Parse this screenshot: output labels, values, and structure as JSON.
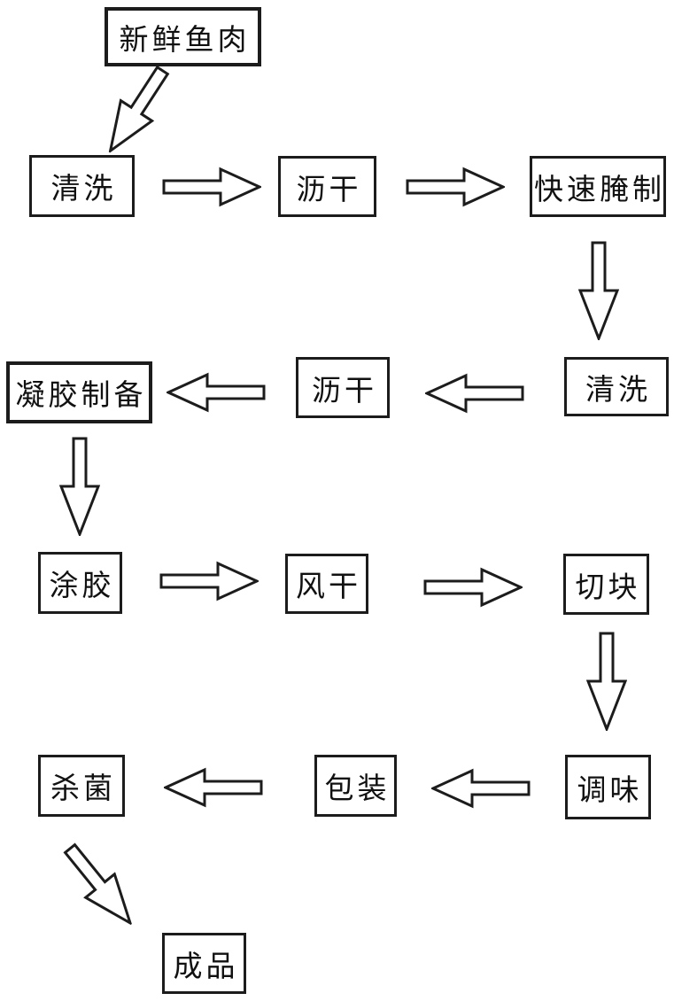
{
  "diagram": {
    "type": "flowchart",
    "background_color": "#ffffff",
    "line_color": "#1c1c1c",
    "nodes": {
      "fresh_fish": {
        "label": "新鲜鱼肉"
      },
      "wash_1": {
        "label": "清洗"
      },
      "drain_1": {
        "label": "沥干"
      },
      "quick_cure": {
        "label": "快速腌制"
      },
      "wash_2": {
        "label": "清洗"
      },
      "drain_2": {
        "label": "沥干"
      },
      "gel_prep": {
        "label": "凝胶制备"
      },
      "coat_gel": {
        "label": "涂胶"
      },
      "air_dry": {
        "label": "风干"
      },
      "cut_pieces": {
        "label": "切块"
      },
      "season": {
        "label": "调味"
      },
      "pack": {
        "label": "包装"
      },
      "sterilize": {
        "label": "杀菌"
      },
      "product": {
        "label": "成品"
      }
    },
    "edges": [
      {
        "from": "fresh_fish",
        "to": "wash_1",
        "direction": "down-left"
      },
      {
        "from": "wash_1",
        "to": "drain_1",
        "direction": "right"
      },
      {
        "from": "drain_1",
        "to": "quick_cure",
        "direction": "right"
      },
      {
        "from": "quick_cure",
        "to": "wash_2",
        "direction": "down"
      },
      {
        "from": "wash_2",
        "to": "drain_2",
        "direction": "left"
      },
      {
        "from": "drain_2",
        "to": "gel_prep",
        "direction": "left"
      },
      {
        "from": "gel_prep",
        "to": "coat_gel",
        "direction": "down"
      },
      {
        "from": "coat_gel",
        "to": "air_dry",
        "direction": "right"
      },
      {
        "from": "air_dry",
        "to": "cut_pieces",
        "direction": "right"
      },
      {
        "from": "cut_pieces",
        "to": "season",
        "direction": "down"
      },
      {
        "from": "season",
        "to": "pack",
        "direction": "left"
      },
      {
        "from": "pack",
        "to": "sterilize",
        "direction": "left"
      },
      {
        "from": "sterilize",
        "to": "product",
        "direction": "down-right"
      }
    ]
  }
}
